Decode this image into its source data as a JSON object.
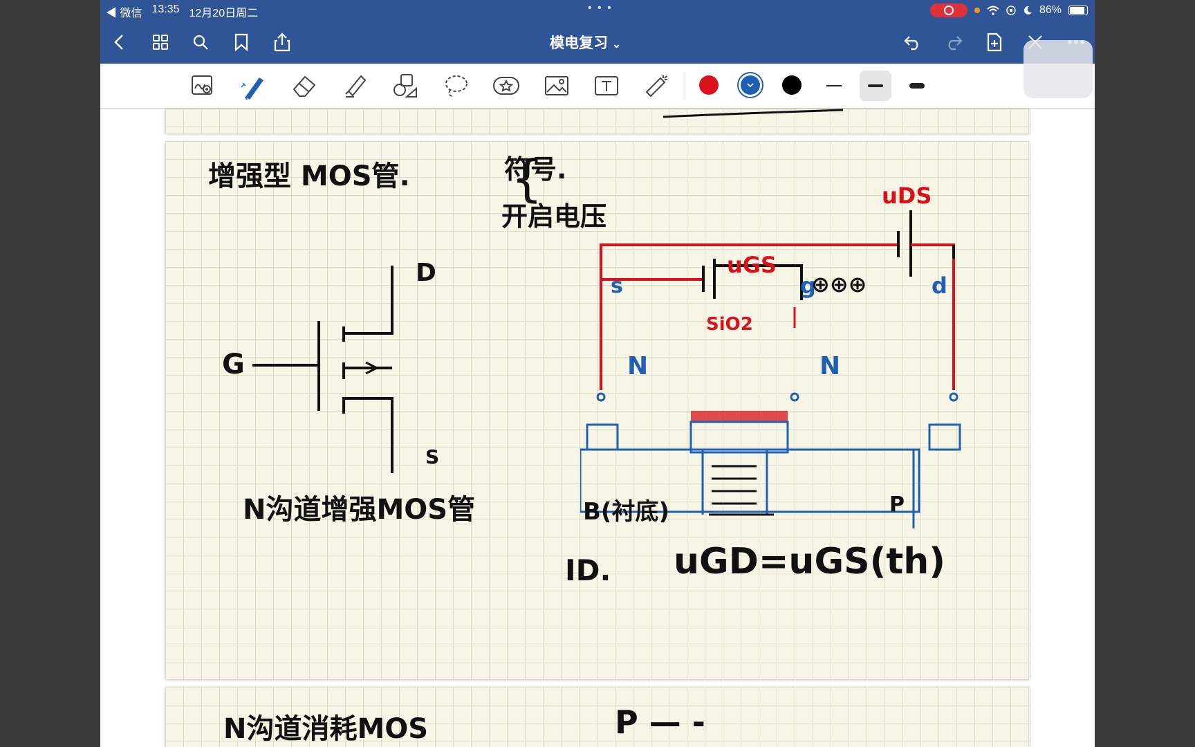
{
  "status": {
    "back_app": "◀ 微信",
    "time": "13:35",
    "date": "12月20日周二",
    "battery": "86%"
  },
  "nav": {
    "title": "模电复习",
    "title_chevron": "⌄"
  },
  "toolbar": {
    "colors": [
      "#d9111b",
      "#1f5fb4",
      "#000000"
    ]
  },
  "page1": {
    "heading": "增强型 MOS管.",
    "brace_item1": "符号.",
    "brace_item2": "开启电压",
    "label_g": "G",
    "label_d": "D",
    "label_s": "S",
    "caption": "N沟道增强MOS管",
    "udS": "uDS",
    "ugs": "uGS",
    "term_s": "s",
    "term_g": "g",
    "term_d": "d",
    "holes": "⊕⊕⊕",
    "sio2": "SiO2",
    "n_left": "N",
    "n_right": "N",
    "substrate": "B(衬底)",
    "p_label": "P",
    "id_label": "ID.",
    "formula": "uGD=uGS(th)"
  },
  "page2": {
    "heading": "N沟道消耗MOS",
    "right_text": "P — -"
  }
}
